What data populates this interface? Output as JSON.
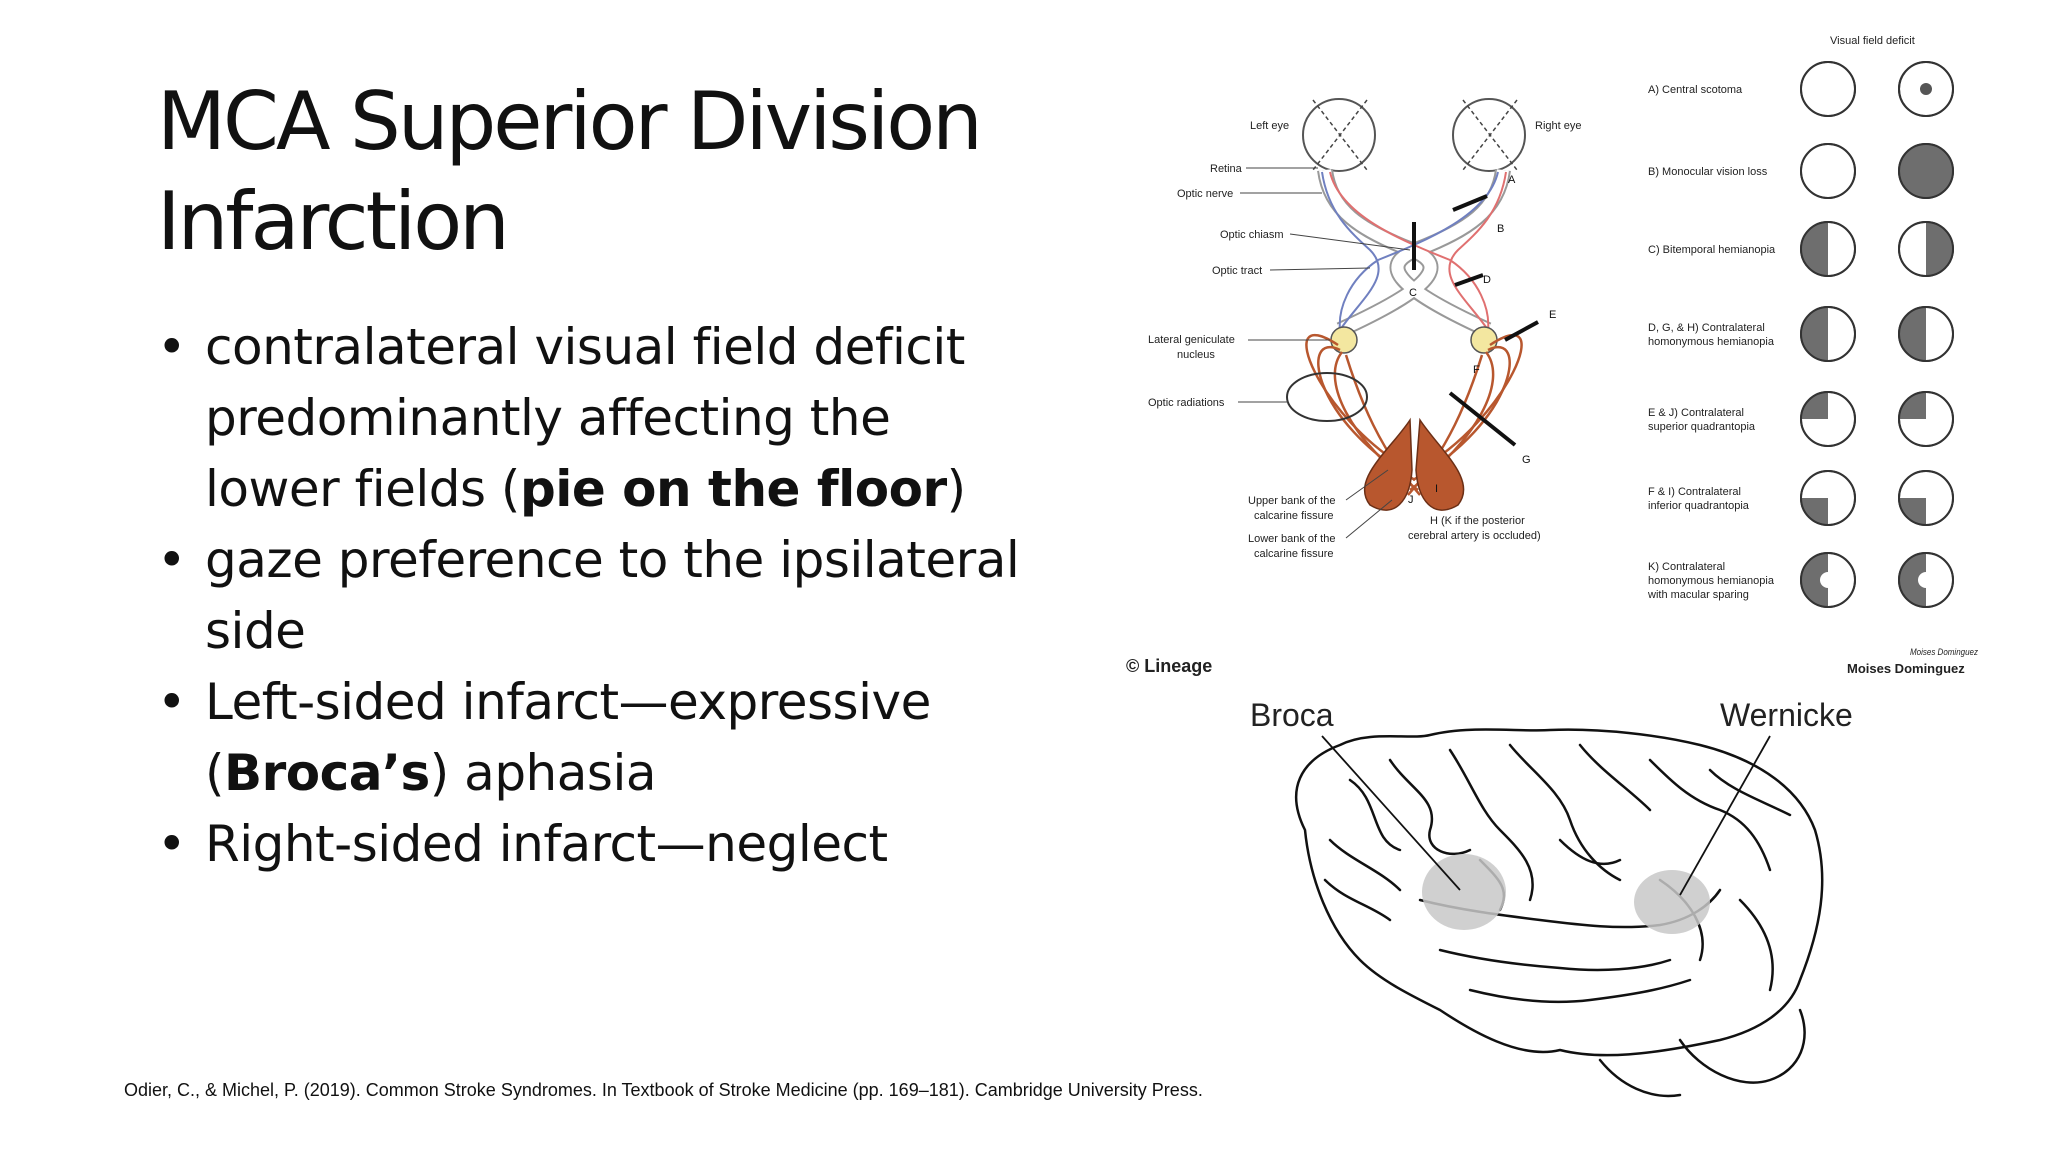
{
  "slide": {
    "title": "MCA Superior Division Infarction",
    "bullets": [
      {
        "pre": "contralateral visual field deficit predominantly affecting the lower fields (",
        "bold": "pie on the floor",
        "post": ")"
      },
      {
        "pre": "gaze preference to the ipsilateral side",
        "bold": "",
        "post": ""
      },
      {
        "pre": "Left-sided infarct—expressive (",
        "bold": "Broca’s",
        "post": ") aphasia"
      },
      {
        "pre": "Right-sided infarct—neglect",
        "bold": "",
        "post": ""
      }
    ],
    "bullet_glyph": "•",
    "citation": "Odier, C., & Michel, P. (2019). Common Stroke Syndromes. In Textbook of Stroke Medicine (pp. 169–181). Cambridge University Press."
  },
  "visual_pathway": {
    "labels": {
      "left_eye": "Left eye",
      "right_eye": "Right eye",
      "retina": "Retina",
      "optic_nerve": "Optic nerve",
      "optic_chiasm": "Optic chiasm",
      "optic_tract": "Optic tract",
      "lgn_1": "Lateral geniculate",
      "lgn_2": "nucleus",
      "optic_radiations": "Optic radiations",
      "upper_bank_1": "Upper bank of the",
      "upper_bank_2": "calcarine fissure",
      "lower_bank_1": "Lower bank of the",
      "lower_bank_2": "calcarine fissure",
      "h_note_1": "H (K if the posterior",
      "h_note_2": "cerebral artery is occluded)",
      "lineage": "© Lineage",
      "author": "Moises Dominguez",
      "signature": "Moises Dominguez"
    },
    "lesion_letters": [
      "A",
      "B",
      "C",
      "D",
      "E",
      "F",
      "G",
      "J",
      "I"
    ],
    "deficit_header": "Visual field deficit",
    "deficits": [
      {
        "lines": [
          "A) Central scotoma"
        ]
      },
      {
        "lines": [
          "B) Monocular vision loss"
        ]
      },
      {
        "lines": [
          "C) Bitemporal hemianopia"
        ]
      },
      {
        "lines": [
          "D, G, & H) Contralateral",
          "homonymous hemianopia"
        ]
      },
      {
        "lines": [
          "E & J) Contralateral",
          "superior quadrantopia"
        ]
      },
      {
        "lines": [
          "F & I) Contralateral",
          "inferior quadrantopia"
        ]
      },
      {
        "lines": [
          "K) Contralateral",
          "homonymous hemianopia",
          "with macular sparing"
        ]
      }
    ]
  },
  "brain": {
    "broca_label": "Broca",
    "wernicke_label": "Wernicke"
  },
  "colors": {
    "text": "#111111",
    "deficit_fill": "#6e6e6e",
    "radiation": "#b8572e",
    "fiber_red": "#e07070",
    "fiber_blue": "#7080c0",
    "lgn": "#f3e7a0",
    "brain_area": "#c8c8c8"
  }
}
